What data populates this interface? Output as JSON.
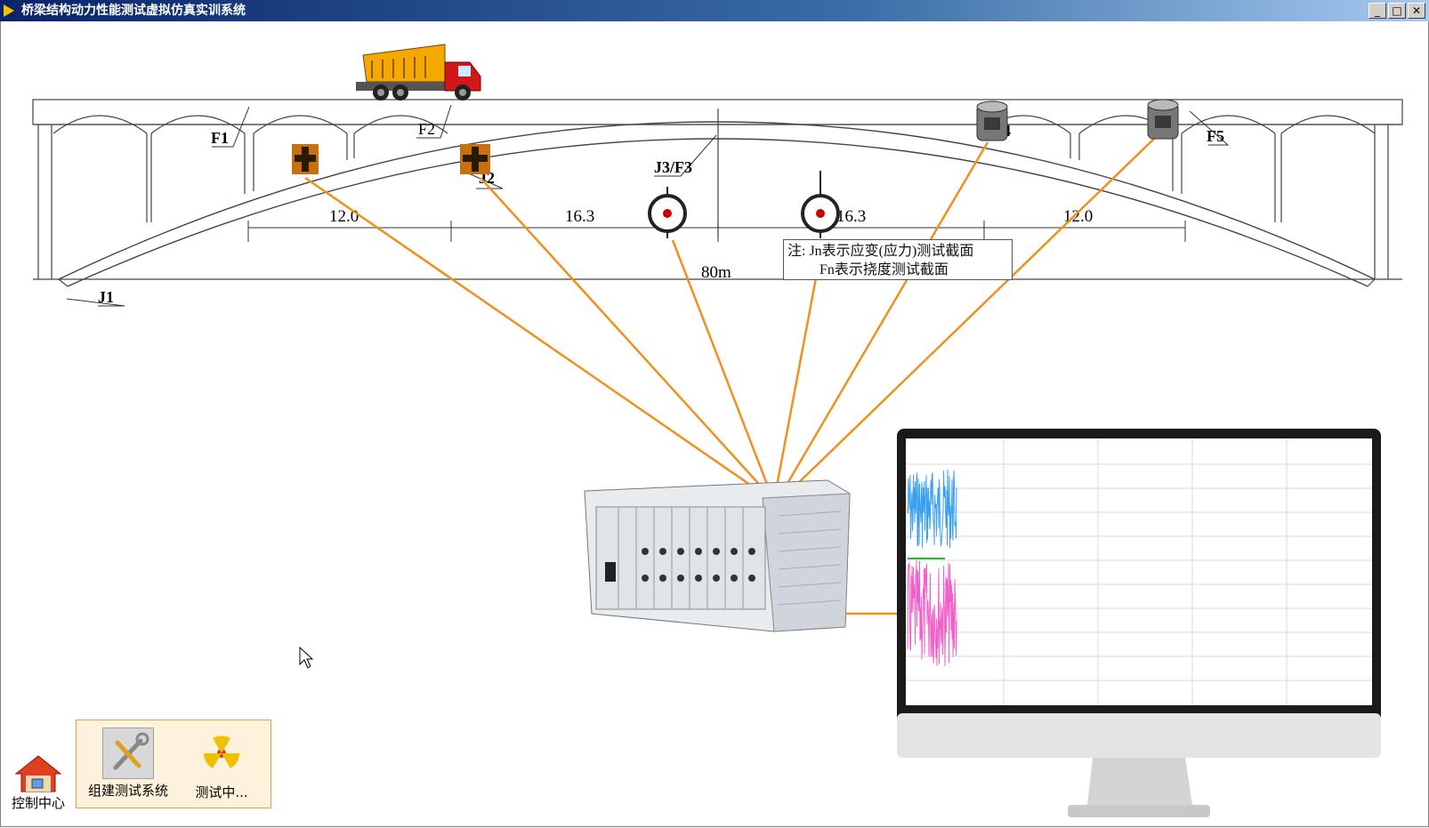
{
  "window": {
    "title": "桥梁结构动力性能测试虚拟仿真实训系统",
    "buttons": {
      "minimize": "_",
      "maximize": "□",
      "close": "✕"
    }
  },
  "bridge": {
    "labels": {
      "f1": "F1",
      "f2": "F2",
      "j1": "J1",
      "j2": "J2",
      "j3f3": "J3/F3",
      "j4": "J4",
      "f5": "F5"
    },
    "dimensions": [
      "12.0",
      "16.3",
      "16.3",
      "12.0"
    ],
    "span": "80m"
  },
  "note": {
    "line1": "注: Jn表示应变(应力)测试截面",
    "line2": "Fn表示挠度测试截面"
  },
  "toolbar": {
    "build_label": "组建测试系统",
    "testing_label": "测试中...",
    "home_label": "控制中心"
  },
  "colors": {
    "cable": "#f0901e",
    "signal_top": "#3aa0f0",
    "signal_bottom": "#f060c8",
    "baseline": "#20c020"
  },
  "icons": {
    "home": "house-icon",
    "build": "wrench-screwdriver-icon",
    "testing": "radiation-icon"
  }
}
